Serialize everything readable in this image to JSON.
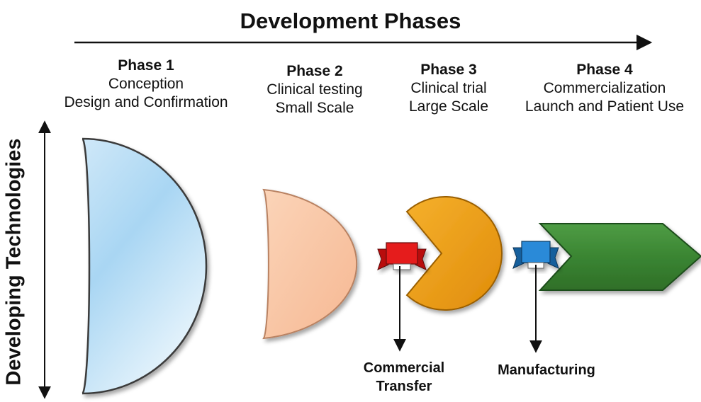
{
  "title": "Development Phases",
  "vertical_axis_label": "Developing Technologies",
  "phases": [
    {
      "heading": "Phase 1",
      "line1": "Conception",
      "line2": "Design and Confirmation",
      "color": "#b5dcf4"
    },
    {
      "heading": "Phase 2",
      "line1": "Clinical testing",
      "line2": "Small Scale",
      "color": "#f9c6a4"
    },
    {
      "heading": "Phase 3",
      "line1": "Clinical trial",
      "line2": "Large Scale",
      "color": "#f0a01c"
    },
    {
      "heading": "Phase 4",
      "line1": "Commercialization",
      "line2": "Launch and Patient Use",
      "color": "#3e8a36"
    }
  ],
  "milestones": [
    {
      "line1": "Commercial",
      "line2": "Transfer",
      "color": "#e01818"
    },
    {
      "line1": "Manufacturing",
      "line2": "",
      "color": "#1f7fd0"
    }
  ]
}
